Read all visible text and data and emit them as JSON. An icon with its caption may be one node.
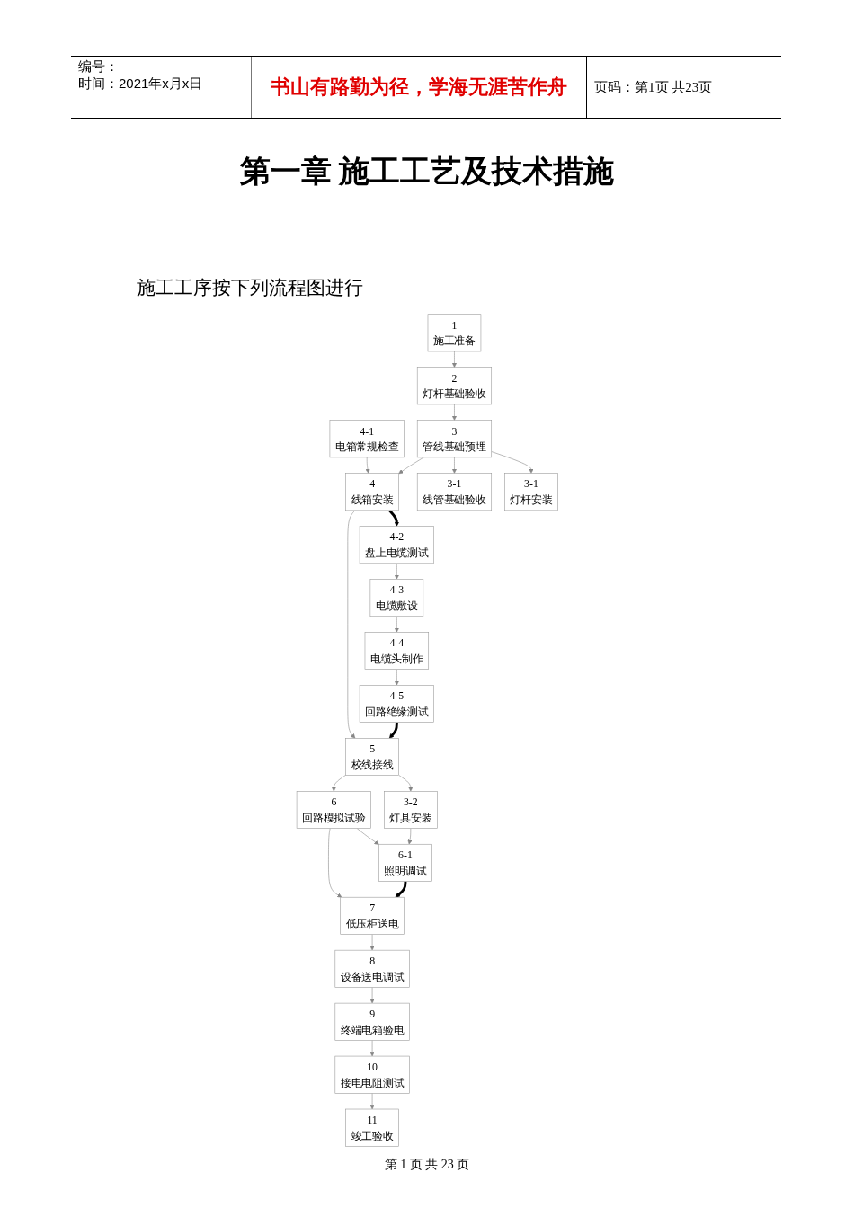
{
  "diagram": {
    "title": "第一章 施工工艺及技术措施",
    "nodes": [
      {
        "text": [
          "3-1",
          "线管基础验收"
        ]
      },
      {
        "text": [
          "4-1",
          "电箱常规检查"
        ]
      },
      {
        "text": [
          "4-2",
          "盘上电缆测试"
        ]
      },
      {
        "text": [
          "4-3",
          "电缆敷设"
        ]
      },
      {
        "text": [
          "4-4",
          "电缆头制作"
        ]
      },
      {
        "text": [
          "4-5",
          "回路绝缘测试"
        ]
      },
      {
        "text": [
          "1",
          "施工准备"
        ]
      },
      {
        "text": [
          "2",
          "灯杆基础验收"
        ]
      },
      {
        "text": [
          "3",
          "管线基础预埋"
        ]
      },
      {
        "text": [
          "4",
          "线箱安装"
        ]
      },
      {
        "text": [
          "5",
          "校线接线"
        ]
      },
      {
        "text": [
          "6",
          "回路模拟试验"
        ]
      },
      {
        "text": [
          "7",
          "低压柜送电"
        ]
      },
      {
        "text": [
          "8",
          "设备送电调试"
        ]
      },
      {
        "text": [
          "9",
          "终端电箱验电"
        ]
      },
      {
        "text": [
          "10",
          "接电电阻测试"
        ]
      },
      {
        "text": [
          "11",
          "竣工验收"
        ]
      },
      {
        "text": [
          "3-1",
          "灯杆安装"
        ]
      },
      {
        "text": [
          "3-2",
          "灯具安装"
        ]
      },
      {
        "text": [
          "6-1",
          "照明调试"
        ]
      }
    ],
    "edges": [
      {
        "from": 6,
        "to": 7,
        "arrow": "to"
      },
      {
        "from": 7,
        "to": 8,
        "arrow": "to"
      },
      {
        "from": 8,
        "to": 9,
        "arrow": "to"
      },
      {
        "from": 9,
        "to": 10,
        "arrow": "to"
      },
      {
        "from": 10,
        "to": 11,
        "arrow": "to"
      },
      {
        "from": 11,
        "to": 12,
        "arrow": "to"
      },
      {
        "from": 12,
        "to": 13,
        "arrow": "to"
      },
      {
        "from": 13,
        "to": 14,
        "arrow": "to"
      },
      {
        "from": 14,
        "to": 15,
        "arrow": "to"
      },
      {
        "from": 15,
        "to": 16,
        "arrow": "to"
      },
      {
        "from": 8,
        "to": 0,
        "arrow": "to"
      },
      {
        "from": 1,
        "to": 9,
        "arrow": "to"
      },
      {
        "from": 9,
        "to": 2,
        "arrow": "to",
        "style": "thick",
        "color": "#000000"
      },
      {
        "from": 2,
        "to": 3,
        "arrow": "to"
      },
      {
        "from": 3,
        "to": 4,
        "arrow": "to"
      },
      {
        "from": 4,
        "to": 5,
        "arrow": "to"
      },
      {
        "from": 5,
        "to": 10,
        "arrow": "to",
        "style": "thick",
        "color": "#000000"
      },
      {
        "from": 8,
        "to": 17,
        "arrow": "to"
      },
      {
        "from": 10,
        "to": 18,
        "arrow": "to"
      },
      {
        "from": 11,
        "to": 19,
        "arrow": "to"
      },
      {
        "from": 18,
        "to": 19,
        "arrow": "to"
      },
      {
        "from": 19,
        "to": 12,
        "arrow": "to",
        "style": "thick",
        "color": "#000000"
      }
    ],
    "labels": [
      "编号：",
      "时间：2021年x月x日",
      "书山有路勤为径，学海无涯苦作舟",
      "页码：第1页 共23页",
      "施工工序按下列流程图进行",
      "第 1 页 共 23 页"
    ]
  }
}
